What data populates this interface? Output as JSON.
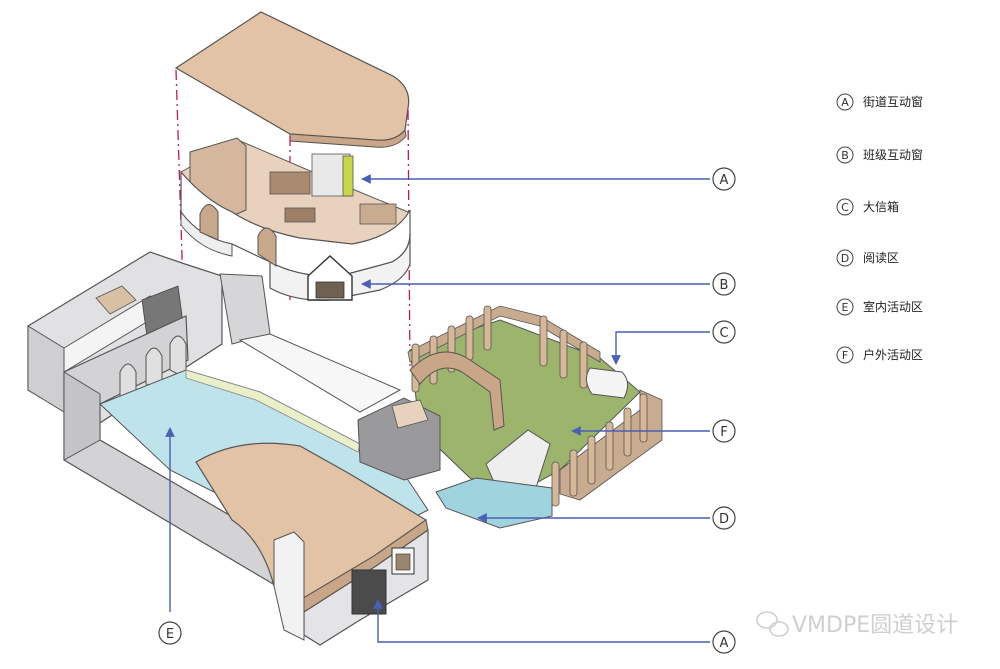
{
  "legend": {
    "items": [
      {
        "letter": "A",
        "label": "街道互动窗"
      },
      {
        "letter": "B",
        "label": "班级互动窗"
      },
      {
        "letter": "C",
        "label": "大信箱"
      },
      {
        "letter": "D",
        "label": "阅读区"
      },
      {
        "letter": "E",
        "label": "室内活动区"
      },
      {
        "letter": "F",
        "label": "户外活动区"
      }
    ]
  },
  "callouts": {
    "a_top": "A",
    "b": "B",
    "c": "C",
    "f": "F",
    "d": "D",
    "e": "E",
    "a_bottom": "A"
  },
  "watermark": {
    "text": "VMDPE圆道设计"
  },
  "colors": {
    "wood": "#e3c3a6",
    "wall": "#d9d9db",
    "wall_dark": "#bfbfc2",
    "floor_blue": "#bfe3ea",
    "grass": "#9db46c",
    "fence": "#c9ab8f",
    "leader": "#4a5fb5",
    "dashdot": "#c2185b"
  }
}
